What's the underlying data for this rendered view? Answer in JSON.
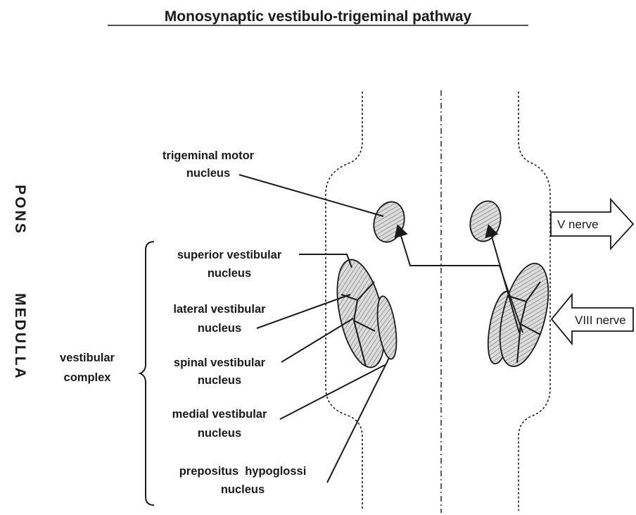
{
  "title": "Monosynaptic vestibulo-trigeminal pathway",
  "regions": {
    "pons": "PONS",
    "medulla": "MEDULLA"
  },
  "labels": {
    "trigeminal_motor": [
      "trigeminal motor",
      "nucleus"
    ],
    "superior_vestibular": [
      "superior vestibular",
      "nucleus"
    ],
    "lateral_vestibular": [
      "lateral vestibular",
      "nucleus"
    ],
    "spinal_vestibular": [
      "spinal vestibular",
      "nucleus"
    ],
    "medial_vestibular": [
      "medial vestibular",
      "nucleus"
    ],
    "prepositus_hypoglossi": [
      "prepositus  hypoglossi",
      "nucleus"
    ],
    "vestibular_complex": [
      "vestibular",
      "complex"
    ]
  },
  "nerves": {
    "v_nerve": "V nerve",
    "viii_nerve": "VIII nerve"
  },
  "colors": {
    "stroke": "#1a1a1a",
    "hatch_fill": "#d9d9d9",
    "background": "#ffffff"
  }
}
